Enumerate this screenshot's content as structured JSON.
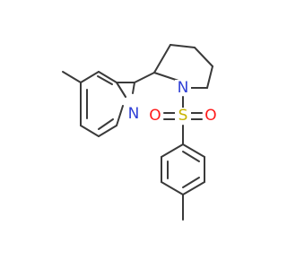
{
  "molecule": {
    "atoms": {
      "pyridine_n": {
        "label": "N",
        "color": "#2f3fd6"
      },
      "piperidine_n": {
        "label": "N",
        "color": "#2f3fd6"
      },
      "sulfur": {
        "label": "S",
        "color": "#c8b400"
      },
      "oxygen_left": {
        "label": "O",
        "color": "#ff1a1a"
      },
      "oxygen_right": {
        "label": "O",
        "color": "#ff1a1a"
      }
    },
    "bond_color": "#3a3a3a"
  }
}
